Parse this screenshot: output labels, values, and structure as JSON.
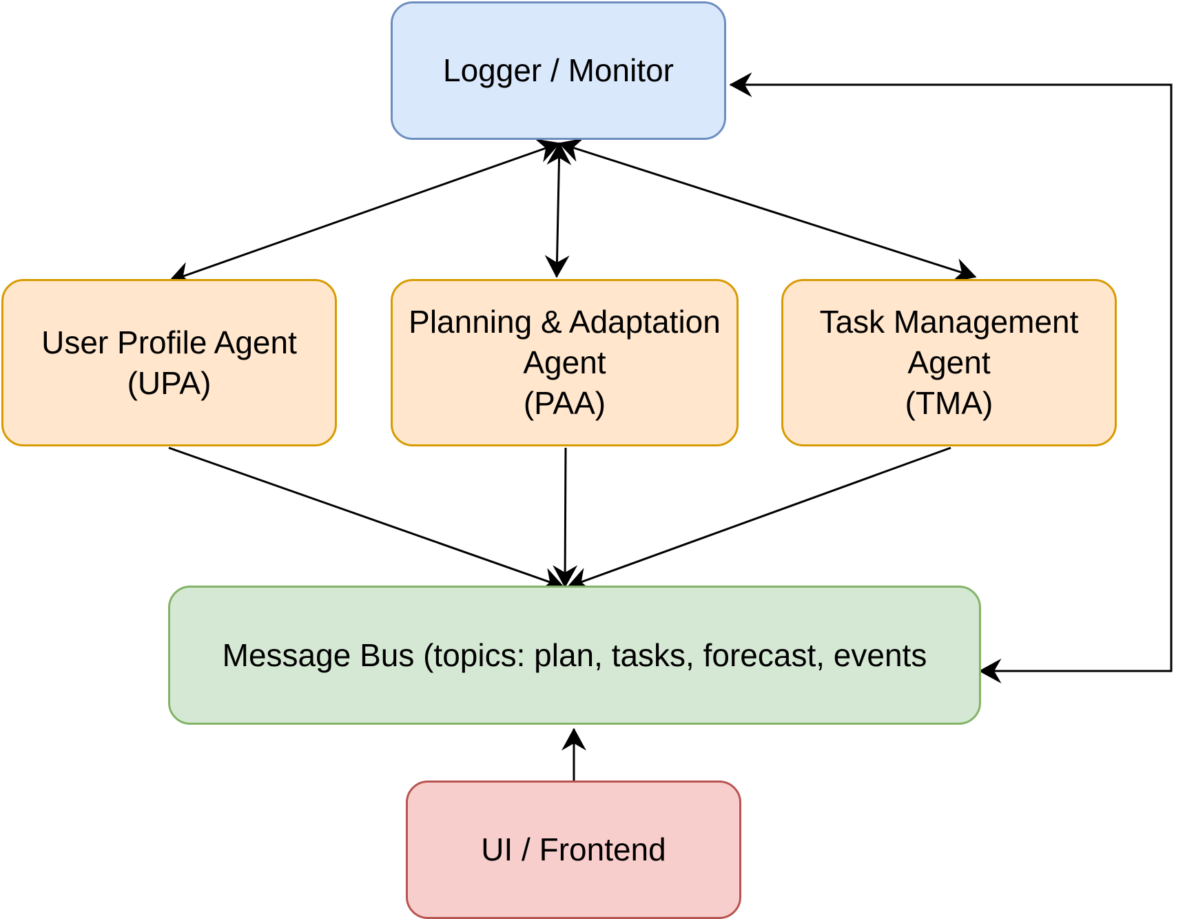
{
  "diagram": {
    "nodes": [
      {
        "id": "logger",
        "lines": [
          "Logger / Monitor"
        ],
        "fill": "#dae8fc",
        "stroke": "#6c8ebf"
      },
      {
        "id": "upa",
        "lines": [
          "User Profile Agent",
          "(UPA)"
        ],
        "fill": "#ffe6cc",
        "stroke": "#d79b00"
      },
      {
        "id": "paa",
        "lines": [
          "Planning & Adaptation",
          "Agent",
          "(PAA)"
        ],
        "fill": "#ffe6cc",
        "stroke": "#d79b00"
      },
      {
        "id": "tma",
        "lines": [
          "Task Management",
          "Agent",
          "(TMA)"
        ],
        "fill": "#ffe6cc",
        "stroke": "#d79b00"
      },
      {
        "id": "bus",
        "lines": [
          "Message Bus (topics: plan, tasks, forecast, events"
        ],
        "fill": "#d5e8d4",
        "stroke": "#82b366"
      },
      {
        "id": "ui",
        "lines": [
          "UI / Frontend"
        ],
        "fill": "#f8cecc",
        "stroke": "#b85450"
      }
    ],
    "edges": [
      {
        "id": "logger-upa",
        "from": "logger",
        "to": "upa",
        "bidirectional": true
      },
      {
        "id": "logger-paa",
        "from": "logger",
        "to": "paa",
        "bidirectional": true
      },
      {
        "id": "logger-tma",
        "from": "logger",
        "to": "tma",
        "bidirectional": true
      },
      {
        "id": "upa-bus",
        "from": "upa",
        "to": "bus",
        "bidirectional": false
      },
      {
        "id": "paa-bus",
        "from": "paa",
        "to": "bus",
        "bidirectional": false
      },
      {
        "id": "tma-bus",
        "from": "tma",
        "to": "bus",
        "bidirectional": false
      },
      {
        "id": "ui-bus",
        "from": "ui",
        "to": "bus",
        "bidirectional": false
      },
      {
        "id": "logger-bus",
        "from": "logger",
        "to": "bus",
        "bidirectional": true
      }
    ],
    "edge_color": "#000000"
  }
}
